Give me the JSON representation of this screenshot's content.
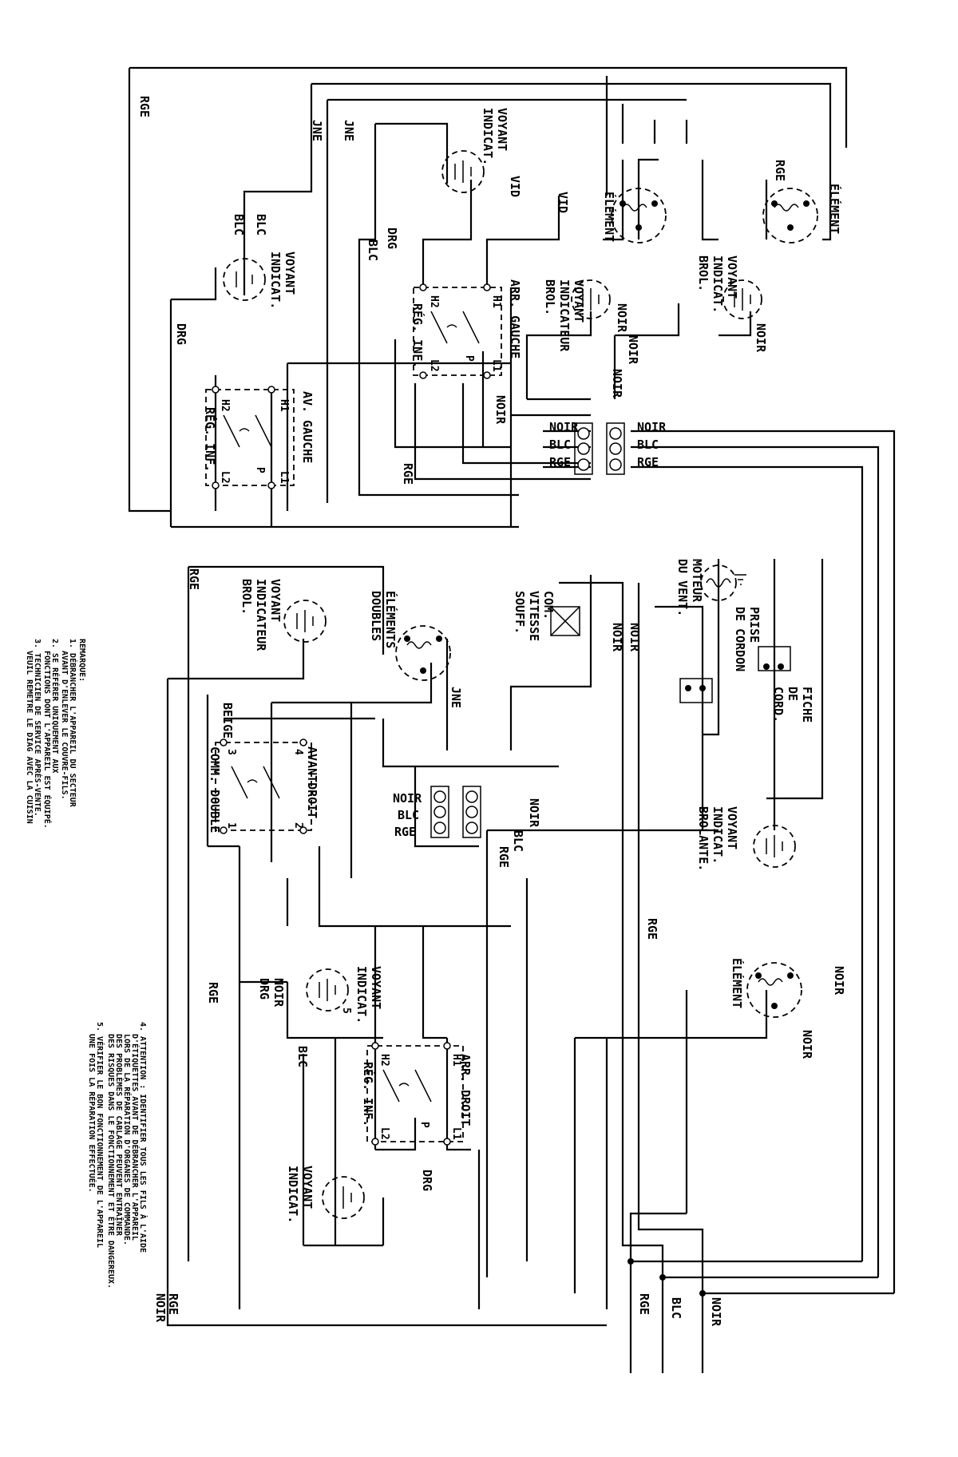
{
  "wires": {
    "rge": "RGE",
    "jne": "JNE",
    "blc": "BLC",
    "drg": "DRG",
    "vid": "VID",
    "noir": "NOIR",
    "beige": "BEIGE"
  },
  "components": {
    "voyant": "VOYANT",
    "indicat": "INDICAT.",
    "indicateur": "INDICATEUR",
    "brol": "BROL.",
    "element": "ÉLÉMENT",
    "elements": "ÉLÉMENTS",
    "doubles": "DOUBLES",
    "av_gauche": "AV. GAUCHE",
    "arr_gauche": "ARR. GAUCHE",
    "arr_droit": "ARR. DROIT",
    "avantdroit": "AVANTDROIT",
    "reg_inf": "RÉG. INF.",
    "comm_double": "COMM. DOUBLE",
    "moteur": "MOTEUR",
    "du_vent": "DU VENT.",
    "prise": "PRISE",
    "de_cordon": "DE CORDON",
    "fiche": "FICHE",
    "de": "DE",
    "cord": "CORD.",
    "com": "COM.",
    "vitesse": "VITESSE",
    "souff": "SOUFF.",
    "brolante": "BROLANTE."
  },
  "terminals": {
    "h1": "H1",
    "h2": "H2",
    "l1": "L1",
    "l2": "L2",
    "p": "P",
    "n1": "1",
    "n2": "2",
    "n3": "3",
    "n4": "4",
    "n5": "5"
  },
  "notes": {
    "title": "REMARQUE:",
    "n1a": "1. DÉBRANCHER L'APPAREIL DU SECTEUR",
    "n1b": "AVANT D'ENLEVER LE COUVRE-FILS.",
    "n2a": "2. SE RÉFÉRER UNIQUEMENT AUX",
    "n2b": "FONCTIONS DONT L'APPAREIL EST ÉQUIPÉ.",
    "n3a": "3. TECHNICIEN DE SERVICE APRÈS-VENTE.",
    "n3b": "VEUIL REMETRE LE DIAG AVEC LA CUISIN",
    "n4a": "4. ATTENTION : IDENTIFIER TOUS LES FILS À L'AIDE",
    "n4b": "D'ÉTIQUETTES AVANT DE DÉBRANCHER L'APPAREIL",
    "n4c": "LORS DE LA RÉPARATION D'ORGANES DE COMMANDE.",
    "n4d": "DES PROBLÈMES DE CABLAGE PEUVENT ENTRAÎNER",
    "n4e": "DES RISQUES DANS LE FONCTIONNEMENT ET ÊTRE DANGEREUX.",
    "n5a": "5. VÉRIFIER LE BON FONCTIONNEMENT DE L'APPAREIL",
    "n5b": "UNE FOIS LA RÉPARATION EFFECTUÉE."
  }
}
